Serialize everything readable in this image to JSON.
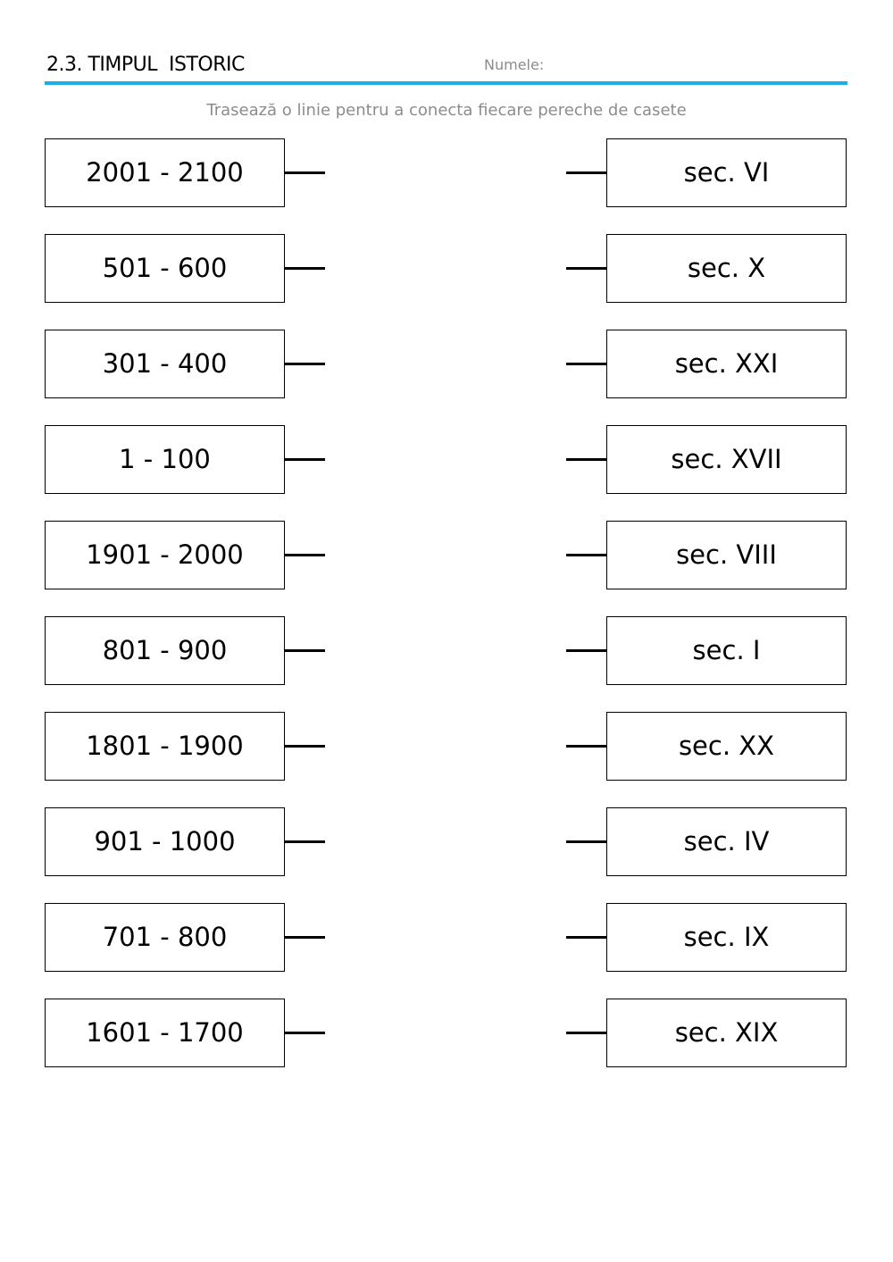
{
  "header": {
    "title": "2.3. TIMPUL  ISTORIC",
    "name_label": "Numele:",
    "rule_color": "#1ab0e6"
  },
  "instruction": "Trasează o linie pentru a conecta fiecare pereche de casete",
  "pairs": [
    {
      "left": "2001 - 2100",
      "right": "sec. VI"
    },
    {
      "left": "501 - 600",
      "right": "sec. X"
    },
    {
      "left": "301 - 400",
      "right": "sec. XXI"
    },
    {
      "left": "1 - 100",
      "right": "sec. XVII"
    },
    {
      "left": "1901 - 2000",
      "right": "sec. VIII"
    },
    {
      "left": "801 - 900",
      "right": "sec. I"
    },
    {
      "left": "1801 - 1900",
      "right": "sec. XX"
    },
    {
      "left": "901 - 1000",
      "right": "sec. IV"
    },
    {
      "left": "701 - 800",
      "right": "sec. IX"
    },
    {
      "left": "1601 - 1700",
      "right": "sec. XIX"
    }
  ]
}
